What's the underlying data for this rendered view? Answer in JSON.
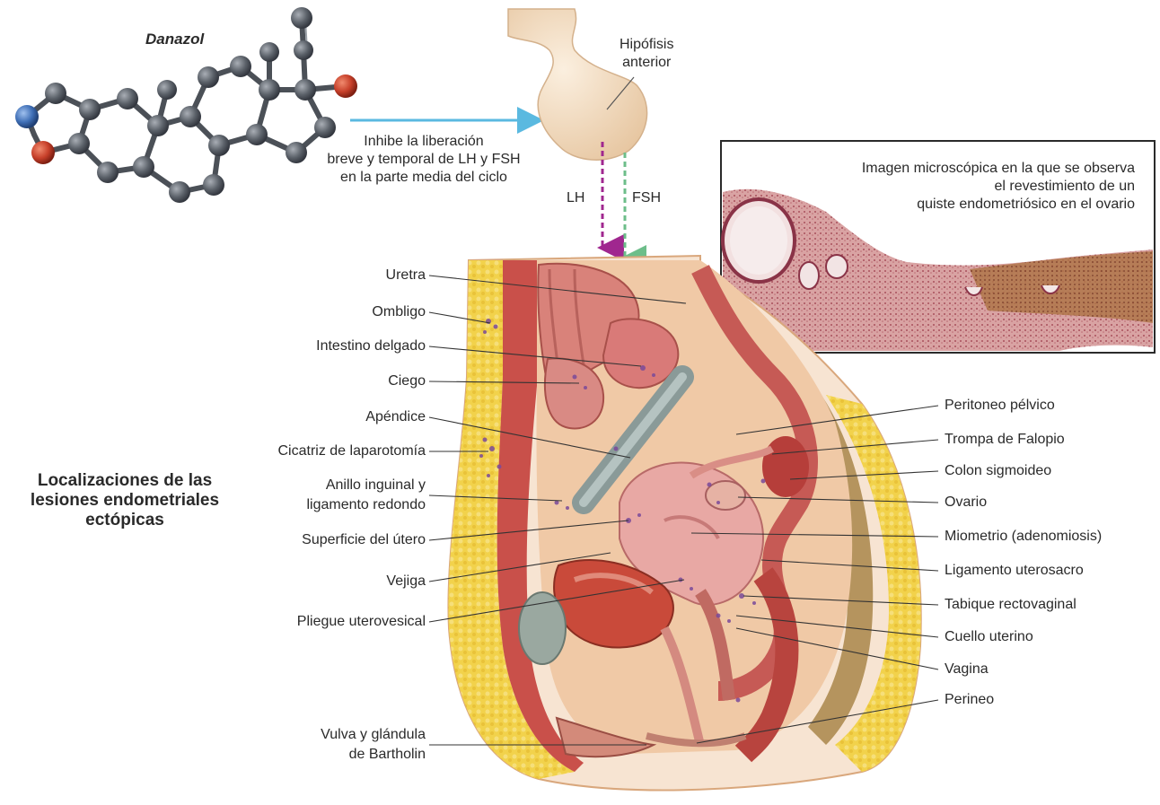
{
  "drug_label": "Danazol",
  "pituitary_label": [
    "Hipófisis",
    "anterior"
  ],
  "inhibit_text": [
    "Inhibe la liberación",
    "breve y temporal de LH y FSH",
    "en la parte media del ciclo"
  ],
  "hormones": {
    "lh": "LH",
    "fsh": "FSH"
  },
  "micro_caption": [
    "Imagen microscópica en la que se observa",
    "el revestimiento de un",
    "quiste endometriósico en el ovario"
  ],
  "title_lines": [
    "Localizaciones de las",
    "lesiones endometriales",
    "ectópicas"
  ],
  "left_labels": [
    "Uretra",
    "Ombligo",
    "Intestino delgado",
    "Ciego",
    "Apéndice",
    "Cicatriz de laparotomía",
    "Anillo inguinal y",
    "ligamento redondo",
    "Superficie del útero",
    "Vejiga",
    "Pliegue uterovesical",
    "Vulva y glándula",
    "de Bartholin"
  ],
  "right_labels": [
    "Peritoneo pélvico",
    "Trompa de Falopio",
    "Colon sigmoideo",
    "Ovario",
    "Miometrio (adenomiosis)",
    "Ligamento uterosacro",
    "Tabique rectovaginal",
    "Cuello uterino",
    "Vagina",
    "Perineo"
  ],
  "colors": {
    "molecule_carbon": "#5b6169",
    "molecule_oxygen": "#c7402a",
    "molecule_nitrogen": "#3f6fb6",
    "inhibit_arrow": "#5ab9e0",
    "lh_arrow": "#a0278f",
    "fsh_arrow": "#6dbe8a",
    "pituitary": "#f3dcc0",
    "fat": "#f2d24b",
    "muscle": "#c9504a",
    "uterus": "#e8a8a4",
    "tissue_stain": "#d99a9a"
  }
}
